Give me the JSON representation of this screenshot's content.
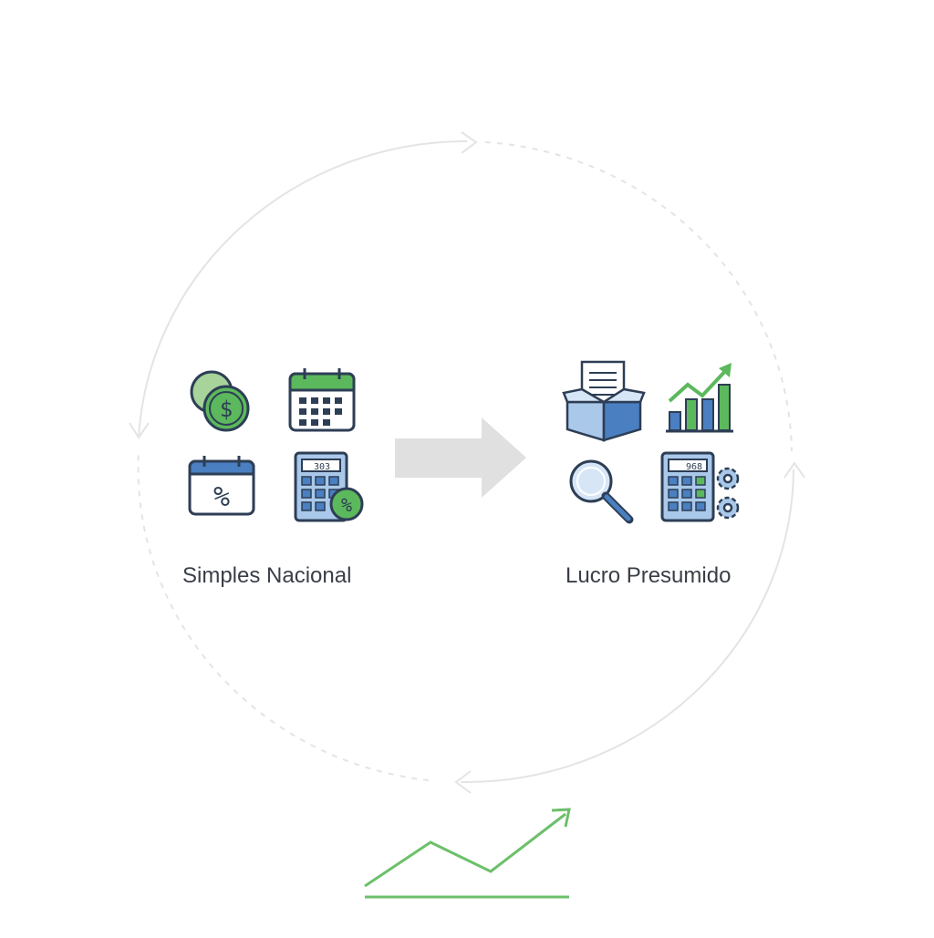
{
  "regimes": {
    "left": {
      "label": "Simples Nacional",
      "icons": [
        "coins-dollar-icon",
        "calendar-icon",
        "calendar-percent-icon",
        "calculator-percent-icon"
      ],
      "calculator_display": "303"
    },
    "right": {
      "label": "Lucro Presumido",
      "icons": [
        "document-box-icon",
        "bar-chart-growth-icon",
        "magnifier-icon",
        "calculator-gears-icon"
      ],
      "calculator_display": "968"
    }
  },
  "symbols": {
    "percent": "%",
    "dollar": "$"
  },
  "colors": {
    "green": "#5cb85c",
    "blue": "#4a7fc1",
    "light_blue": "#a9c8ea",
    "ink": "#2d3e55",
    "cycle_line": "#e3e3e3",
    "arrow_fill": "#e0e0e0",
    "trend_green": "#6cc06a"
  }
}
